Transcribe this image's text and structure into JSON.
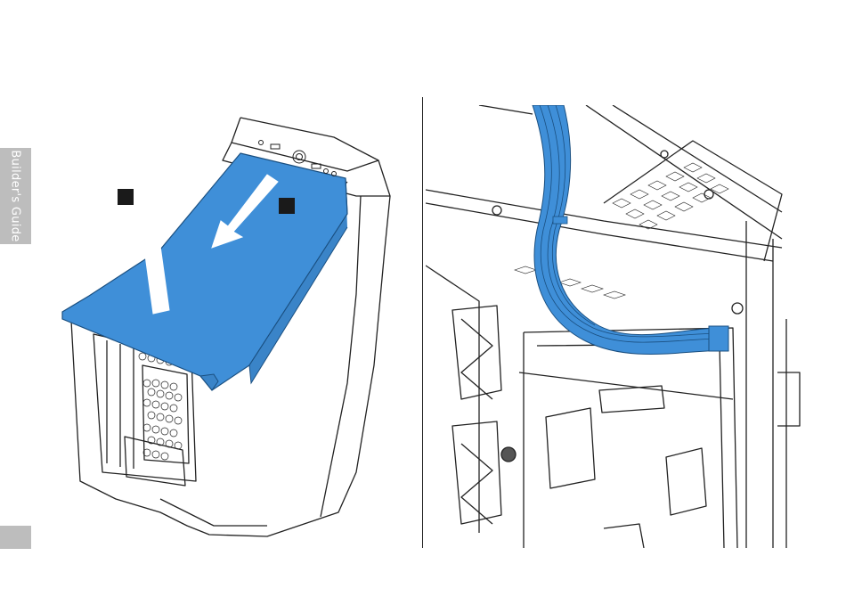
{
  "sidebar": {
    "label": "Builder's Guide"
  },
  "colors": {
    "accent": "#3f8fd8",
    "line": "#222222",
    "tab": "#bdbdbd"
  },
  "figures": {
    "left": {
      "description_icon": "case-top-panel-removal-illustration"
    },
    "right": {
      "description_icon": "case-interior-cable-routing-illustration"
    }
  }
}
